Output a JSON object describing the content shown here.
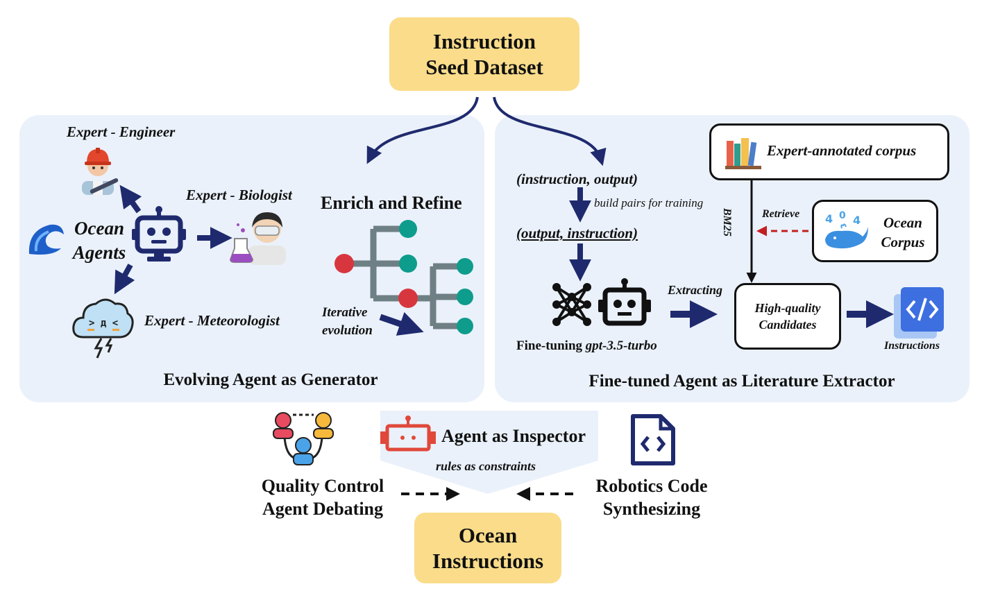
{
  "seed": {
    "line1": "Instruction",
    "line2": "Seed Dataset"
  },
  "left_panel": {
    "title": "Evolving Agent as Generator",
    "ocean_agents": {
      "line1": "Ocean",
      "line2": "Agents"
    },
    "expert_engineer": "Expert - Engineer",
    "expert_biologist": "Expert - Biologist",
    "expert_meteorologist": "Expert - Meteorologist",
    "enrich_refine": "Enrich and Refine",
    "iterative": {
      "line1": "Iterative",
      "line2": "evolution"
    }
  },
  "right_panel": {
    "title": "Fine-tuned Agent as Literature Extractor",
    "pair1": "(instruction, output)",
    "build_pairs": "build pairs for training",
    "pair2": "(output, instruction)",
    "finetune_prefix": "Fine-tuning ",
    "finetune_model": "gpt-3.5-turbo",
    "extracting": "Extracting",
    "expert_corpus": "Expert-annotated corpus",
    "bm25": "BM25",
    "retrieve": "Retrieve",
    "ocean_corpus": {
      "line1": "Ocean",
      "line2": "Corpus"
    },
    "candidates": {
      "line1": "High-quality",
      "line2": "Candidates"
    },
    "instructions": "Instructions"
  },
  "bottom": {
    "inspector": "Agent as Inspector",
    "rules": "rules as constraints",
    "quality": {
      "line1": "Quality Control",
      "line2": "Agent Debating"
    },
    "robotics": {
      "line1": "Robotics Code",
      "line2": "Synthesizing"
    },
    "ocean_instr": {
      "line1": "Ocean",
      "line2": "Instructions"
    }
  },
  "colors": {
    "panel_bg": "#eaf1fa",
    "yellow": "#fadc8a",
    "navy": "#1f2a6e",
    "teal": "#0e9c8c",
    "red_node": "#d8363f",
    "branch_gray": "#6f8084",
    "inspector_red": "#e0483a"
  },
  "icons": [
    "wave-icon",
    "robot-icon",
    "engineer-icon",
    "biologist-icon",
    "storm-cloud-icon",
    "tree-icon",
    "neural-net-icon",
    "robot-head-icon",
    "books-icon",
    "whale-icon",
    "code-window-icon",
    "team-icon",
    "inspector-robot-icon",
    "code-file-icon"
  ]
}
